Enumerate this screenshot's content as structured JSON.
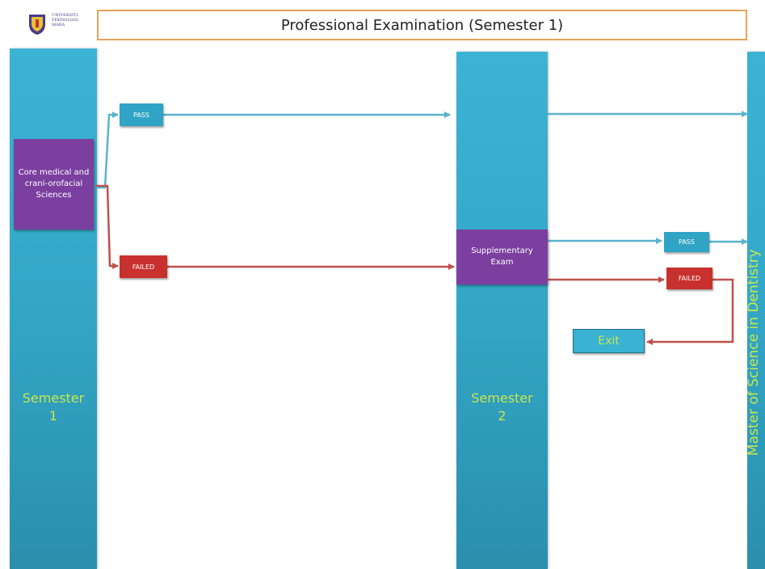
{
  "logo": {
    "text": "UNIVERSITI\nTEKNOLOGI\nMARA"
  },
  "title": "Professional Examination (Semester 1)",
  "semester1": {
    "label_line1": "Semester",
    "label_line2": "1",
    "core_box": "Core medical and crani-orofacial Sciences",
    "pass": "PASS",
    "failed": "FAILED"
  },
  "semester2": {
    "label_line1": "Semester",
    "label_line2": "2",
    "supplementary": "Supplementary Exam",
    "pass": "PASS",
    "failed": "FAILED",
    "exit": "Exit"
  },
  "master": {
    "label": "Master of Science in Dentistry"
  },
  "colors": {
    "column": "#33a6c6",
    "purple": "#7b3f9f",
    "pass": "#2fa4c4",
    "fail": "#c8312d",
    "label": "#c7e84a",
    "title_border": "#e8a25a"
  }
}
